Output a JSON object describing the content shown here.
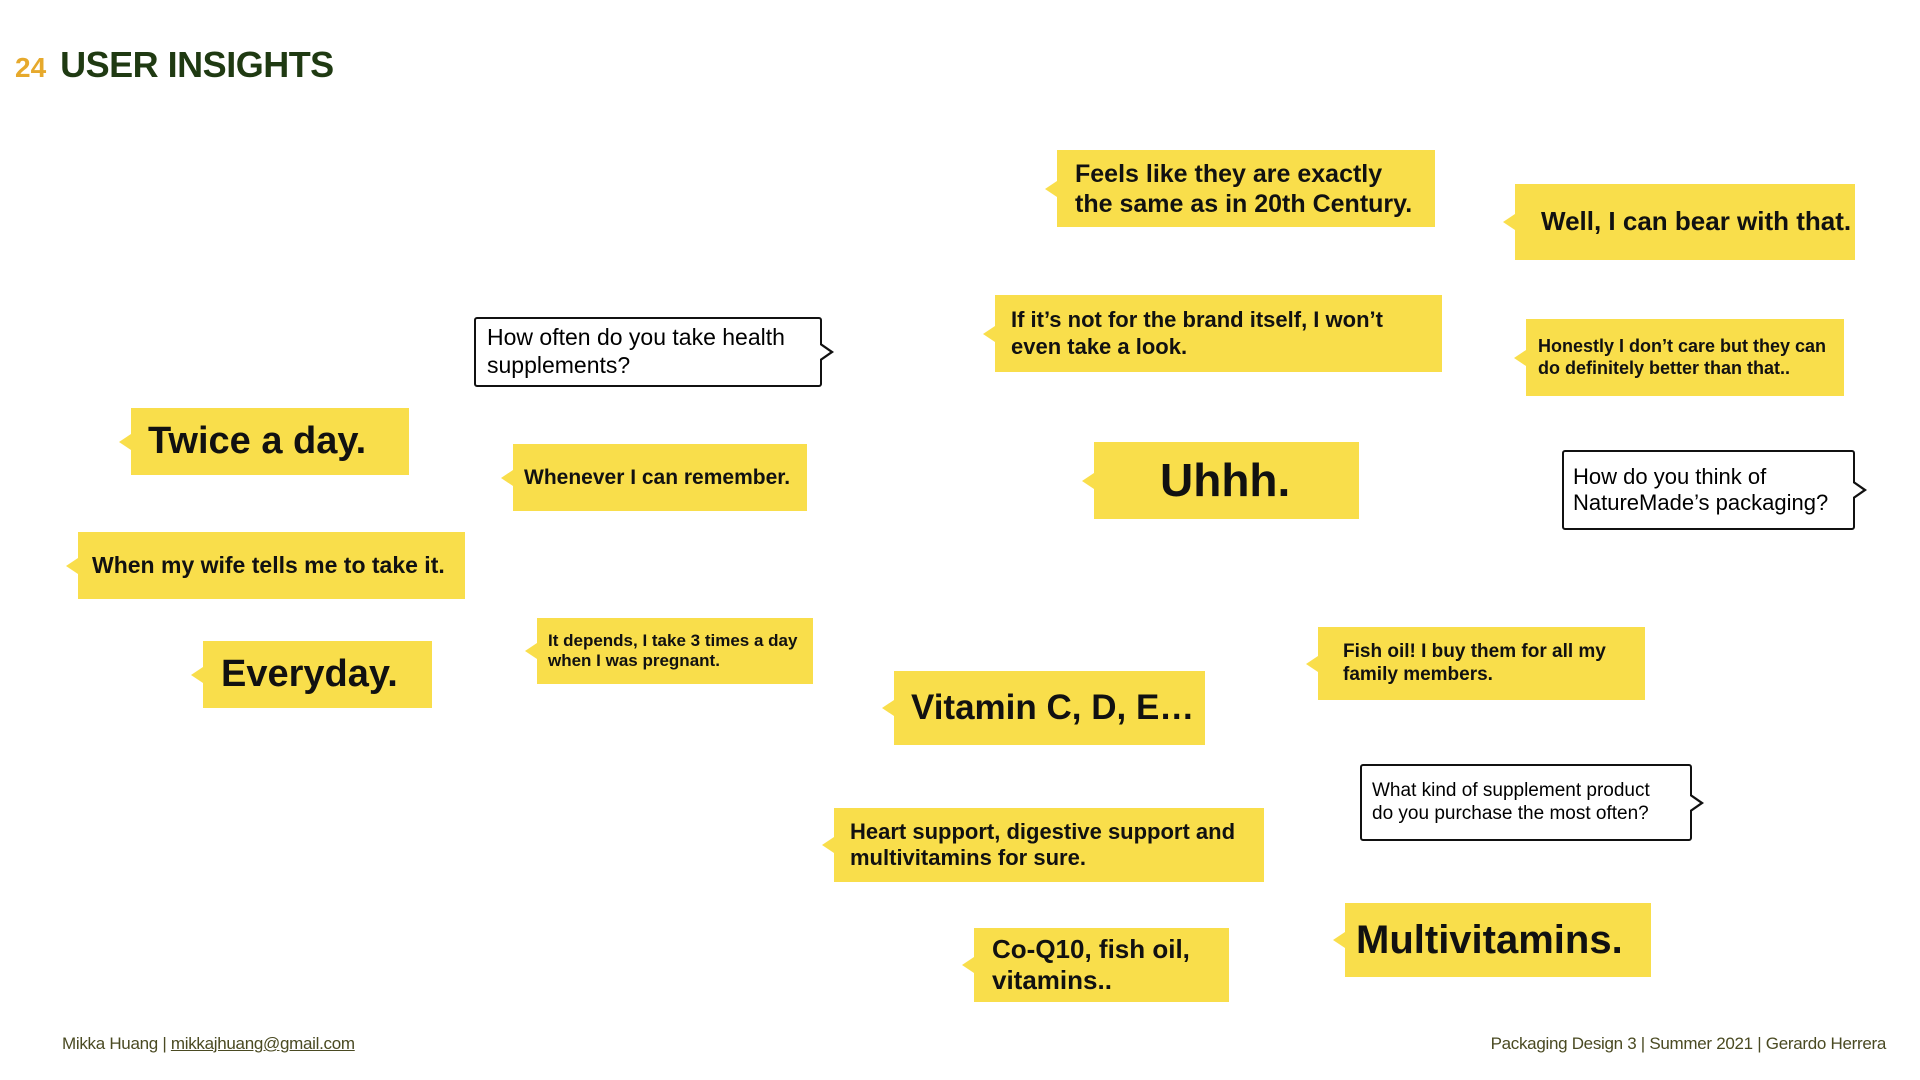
{
  "header": {
    "page_number": "24",
    "title": "USER INSIGHTS"
  },
  "bubbles": {
    "twice_a_day": "Twice a day.",
    "when_wife": "When my wife tells me to take it.",
    "everyday": "Everyday.",
    "q_how_often": "How often do you take health\nsupplements?",
    "whenever": "Whenever I can remember.",
    "it_depends": "It depends, I take 3 times a day\nwhen I was pregnant.",
    "feels_like": "Feels like they are exactly\nthe same as in 20th Century.",
    "if_not_brand": "If it’s not for the brand itself, I won’t\neven take a look.",
    "uhhh": "Uhhh.",
    "well_bear": "Well, I can bear with that.",
    "honestly": "Honestly I don’t care but they can\ndo definitely better than that..",
    "q_packaging": "How do you think of\nNatureMade’s packaging?",
    "fish_oil_family": "Fish oil! I buy them for all my\nfamily members.",
    "vitamin_cde": "Vitamin C, D, E…",
    "q_supplement_product": "What kind of supplement product\ndo you purchase the most often?",
    "heart_support": "Heart support, digestive support and\nmultivitamins for sure.",
    "coq10": "Co-Q10, fish oil,\nvitamins..",
    "multivitamins": "Multivitamins."
  },
  "footer": {
    "author": "Mikka Huang | ",
    "email": "mikkajhuang@gmail.com",
    "course": "Packaging Design 3 | Summer 2021 | Gerardo Herrera"
  },
  "colors": {
    "accent_yellow": "#f9de4b",
    "title_green": "#1f3a12",
    "page_number_orange": "#e6a92c"
  }
}
